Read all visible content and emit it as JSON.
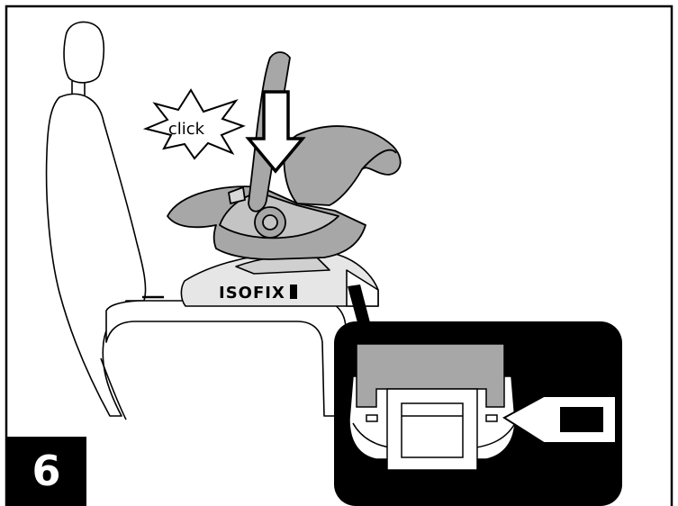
{
  "step": {
    "number": "6"
  },
  "callouts": {
    "click": "click"
  },
  "logo": {
    "text": "ISOFIX"
  },
  "colors": {
    "outline": "#000000",
    "seat_fill": "#ffffff",
    "carrier_fill": "#a7a7a7",
    "base_fill": "#e6e6e6",
    "detail_panel": "#000000",
    "arrow_fill": "#ffffff"
  },
  "icons": [
    "click-burst-icon",
    "down-arrow-icon",
    "pointer-arrow-icon",
    "isofix-logo"
  ]
}
